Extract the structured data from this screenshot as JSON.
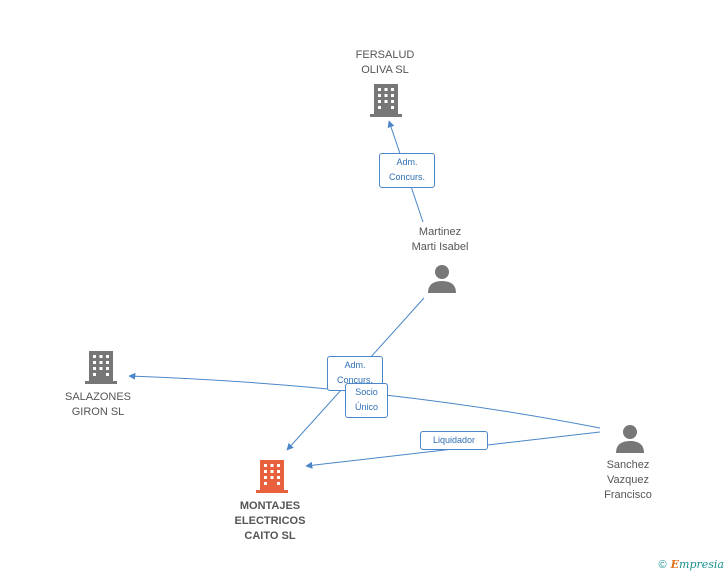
{
  "colors": {
    "edge": "#4a86c8",
    "building": "#777777",
    "building_main": "#e8603c",
    "person": "#777777"
  },
  "nodes": {
    "fersalud": {
      "label": "FERSALUD\nOLIVA SL",
      "icon": "building-icon"
    },
    "martinez": {
      "label": "Martinez\nMarti Isabel",
      "icon": "person-icon"
    },
    "salazones": {
      "label": "SALAZONES\nGIRON SL",
      "icon": "building-icon"
    },
    "montajes": {
      "label": "MONTAJES\nELECTRICOS\nCAITO SL",
      "icon": "building-icon"
    },
    "sanchez": {
      "label": "Sanchez\nVazquez\nFrancisco",
      "icon": "person-icon"
    }
  },
  "edges": {
    "e1": {
      "label": "Adm.\nConcurs."
    },
    "e2": {
      "label": "Adm.\nConcurs."
    },
    "e3": {
      "label": "Socio\nÚnico"
    },
    "e4": {
      "label": "Liquidador"
    }
  },
  "footer": {
    "symbol": "©",
    "brand_first": "E",
    "brand_rest": "mpresia"
  }
}
